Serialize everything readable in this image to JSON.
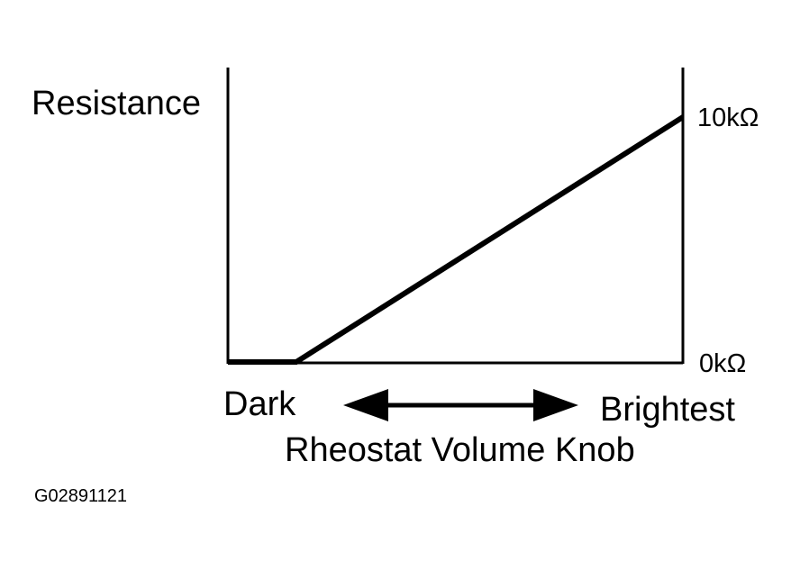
{
  "chart_data": {
    "type": "line",
    "ylabel": "Resistance",
    "xlabel": "Rheostat Volume Knob",
    "x_start_label": "Dark",
    "x_end_label": "Brightest",
    "y_tick_labels": [
      "10kΩ",
      "0kΩ"
    ],
    "y_ticks": [
      10,
      0
    ],
    "ylim": [
      0,
      10
    ],
    "xlim": [
      0,
      1
    ],
    "grid": false,
    "series": [
      {
        "x": [
          0,
          0.15,
          1
        ],
        "y": [
          0,
          0,
          10
        ]
      }
    ],
    "line_color": "#000000"
  },
  "figure_id": "G02891121"
}
